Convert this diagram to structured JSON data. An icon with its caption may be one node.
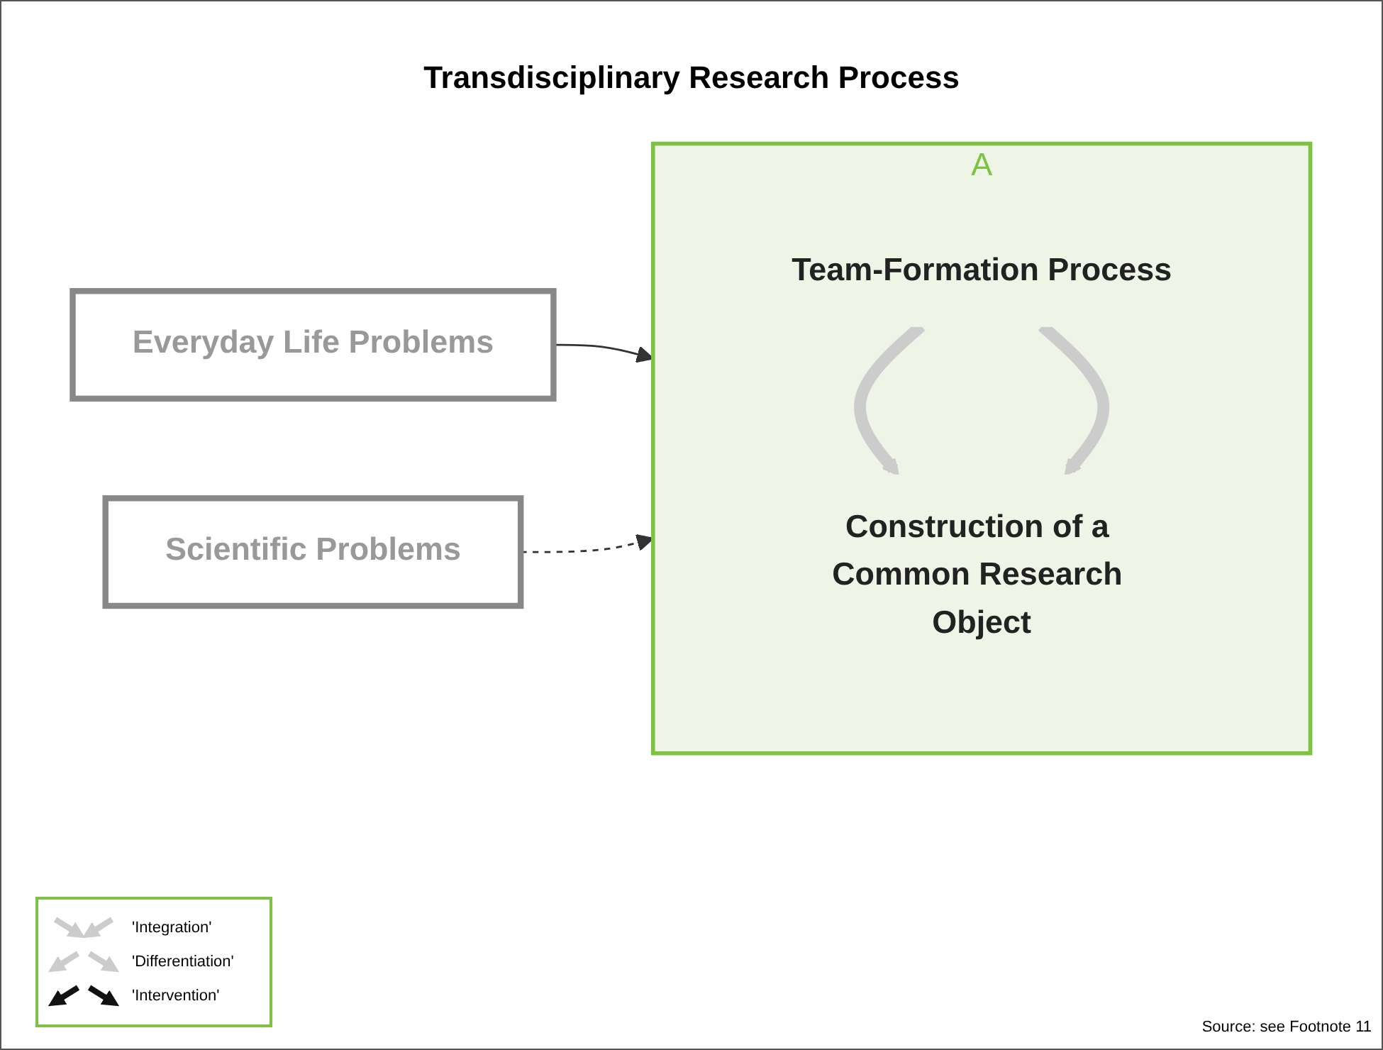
{
  "diagram": {
    "title": "Transdisciplinary Research Process",
    "nodes": [
      {
        "text": [
          "Everyday Life Problems"
        ]
      },
      {
        "text": [
          "A"
        ]
      },
      {
        "text": [
          "Team-Formation Process"
        ],
        "in": 1
      },
      {
        "text": [
          "Construction of a Common Research Object"
        ],
        "in": 1
      },
      {
        "text": [
          "Scientific Problems"
        ]
      }
    ],
    "edges": [
      {
        "from": 0,
        "to": 1,
        "arrow": "to"
      },
      {
        "from": 4,
        "to": 1,
        "arrow": "to",
        "style": "dashed"
      },
      {
        "from": 2,
        "to": 3,
        "arrow": "to",
        "style": "thick",
        "color": "#cccccc"
      },
      {
        "from": 2,
        "to": 3,
        "arrow": "to",
        "style": "thick",
        "color": "#cccccc"
      }
    ],
    "labels": [
      "Source: see Footnote 11"
    ],
    "legend": [
      {
        "text": "'Integration'"
      },
      {
        "text": "'Differentiation'"
      },
      {
        "text": "'Intervention'"
      }
    ]
  }
}
